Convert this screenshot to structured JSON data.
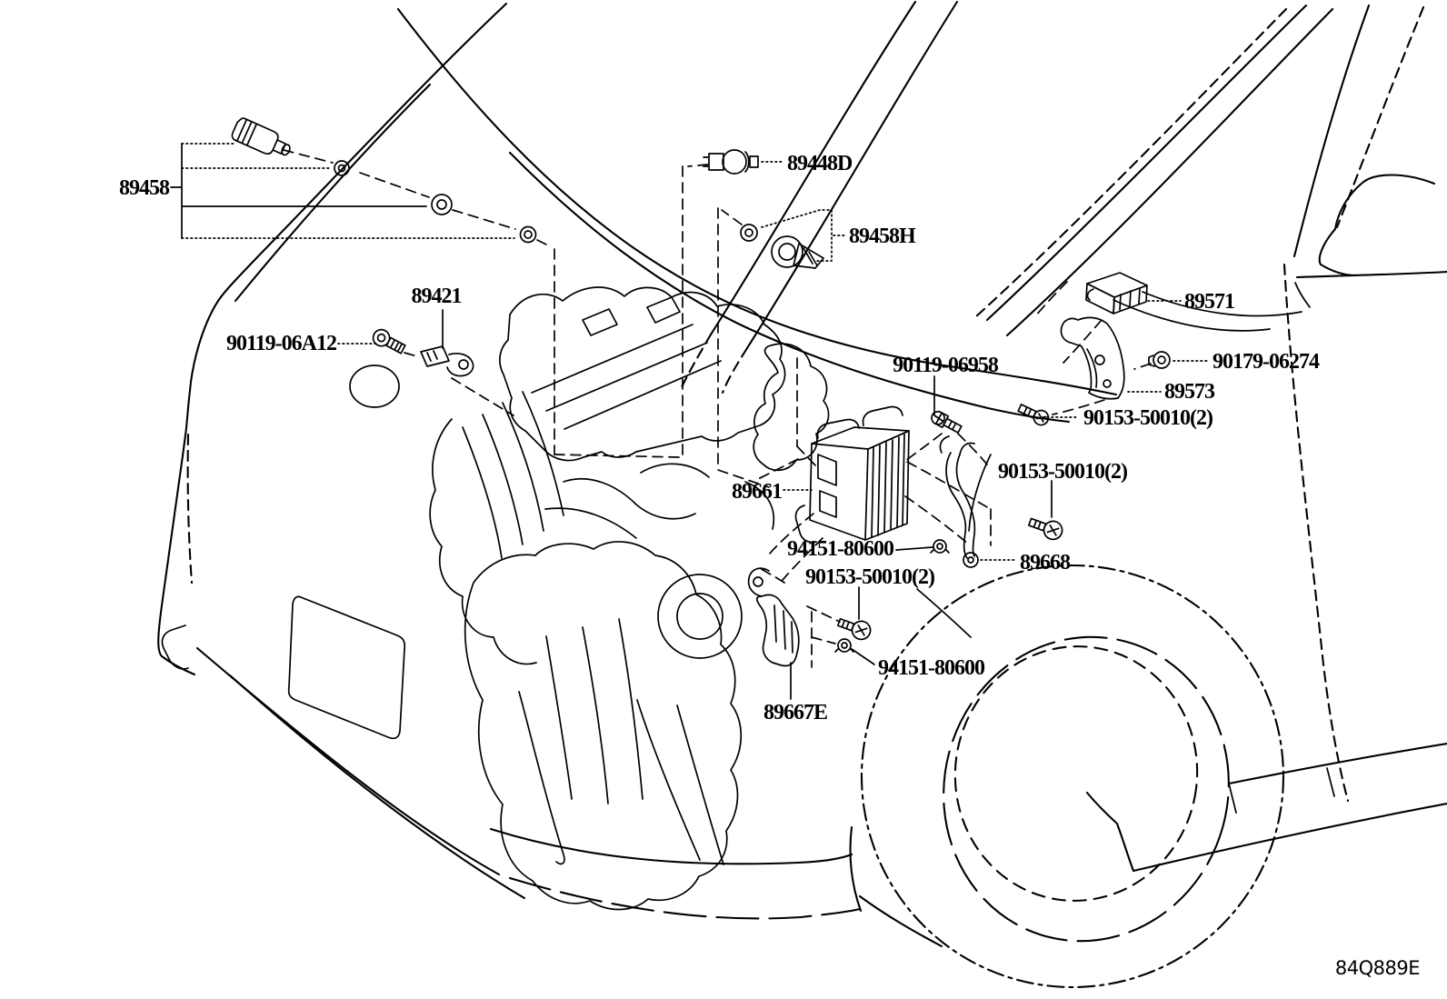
{
  "diagram": {
    "type": "vehicle-parts-diagram",
    "drawing_code": "84Q889E",
    "line_color": "#000000",
    "background": "#ffffff",
    "labels": {
      "l89458": "89458",
      "l89448D": "89448D",
      "l89458H": "89458H",
      "l89421": "89421",
      "l90119_06A12": "90119-06A12",
      "l89571": "89571",
      "l90179_06274": "90179-06274",
      "l89573": "89573",
      "l90153_50010_upper": "90153-50010(2)",
      "l90119_06958": "90119-06958",
      "l89661": "89661",
      "l90153_50010_mid": "90153-50010(2)",
      "l94151_80600_upper": "94151-80600",
      "l89668": "89668",
      "l90153_50010_lower": "90153-50010(2)",
      "l94151_80600_lower": "94151-80600",
      "l89667E": "89667E"
    }
  }
}
